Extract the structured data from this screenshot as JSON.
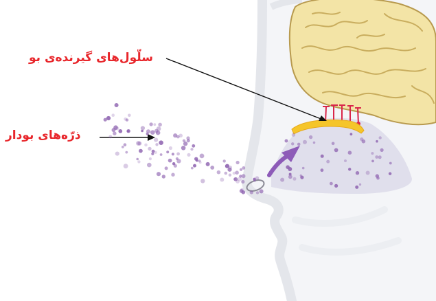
{
  "labels": {
    "receptor_cells": "سلّول‌های گیرنده‌ی بو",
    "odor_particles": "ذرّه‌های بودار"
  },
  "colors": {
    "label": "#e8262b",
    "brain": "#f3e4a6",
    "brain_outline": "#b89a4e",
    "nasal_cavity": "#dcdbea",
    "receptor_patch": "#f5c52a",
    "receptor_lines": "#d9264a",
    "particles": "#8e63b0",
    "airflow_arrow": "#8d5bb8",
    "face_outline": "#e9eaee"
  },
  "icons": [
    "brain",
    "nose",
    "airflow-arrow"
  ]
}
